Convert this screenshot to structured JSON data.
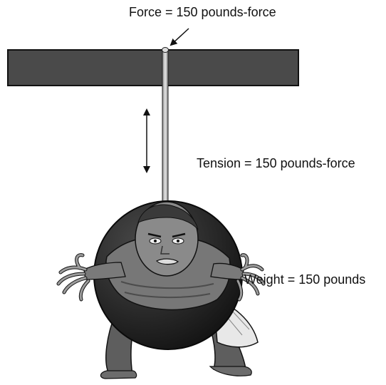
{
  "labels": {
    "force": "Force = 150 pounds-force",
    "tension": "Tension = 150 pounds-force",
    "weight": "Weight = 150 pounds"
  },
  "values": {
    "force_lbf": 150,
    "tension_lbf": 150,
    "weight_lb": 150
  },
  "colors": {
    "beam": "#4a4a4a",
    "ball": "#1f1f1f",
    "figure": "#7a7a7a",
    "rope": "#bdbdbd",
    "text": "#111111"
  },
  "icons": {
    "force_arrow": "diagonal-arrow-icon",
    "tension_arrow": "double-vertical-arrow-icon"
  }
}
